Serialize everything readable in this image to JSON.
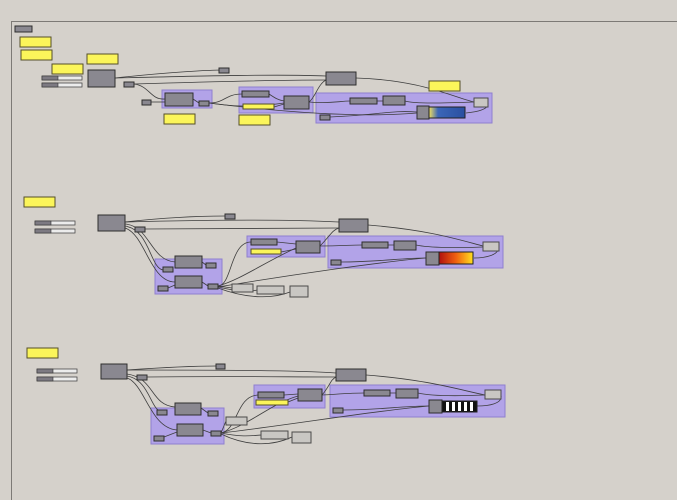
{
  "canvas": {
    "background": "#d5d1cb",
    "group_color": "#b2a3e8",
    "panel_color": "#fbf55a",
    "component_color": "#8a8890"
  },
  "definitions": [
    {
      "name": "definition-top",
      "gradient": "blue-yellow",
      "gradient_colors": [
        "#2a4fa0",
        "#6a8fd0",
        "#f0e060"
      ]
    },
    {
      "name": "definition-middle",
      "gradient": "red-yellow",
      "gradient_colors": [
        "#b01010",
        "#f06010",
        "#ffe020"
      ]
    },
    {
      "name": "definition-bottom",
      "gradient": "black-white-stripes",
      "gradient_colors": [
        "#111111",
        "#ffffff"
      ]
    }
  ]
}
